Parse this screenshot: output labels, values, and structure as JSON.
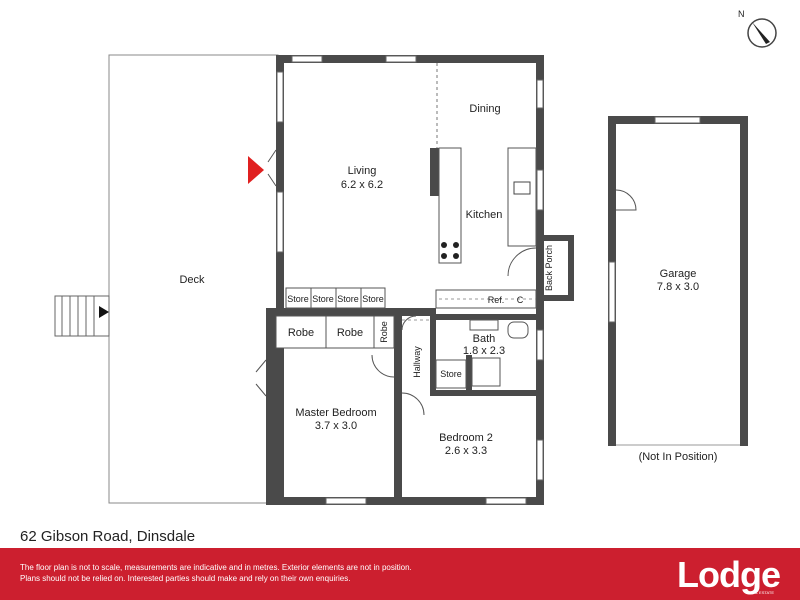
{
  "address": "62 Gibson Road, Dinsdale",
  "disclaimer": [
    "The floor plan is not to scale, measurements are indicative and in metres. Exterior elements are not in position.",
    "Plans should not be relied on. Interested parties should make and rely on their own enquiries."
  ],
  "logo": {
    "name": "Lodge",
    "tagline": "REAL ESTATE"
  },
  "compass": {
    "label": "N"
  },
  "rooms": {
    "deck": {
      "name": "Deck"
    },
    "living": {
      "name": "Living",
      "size": "6.2 x 6.2"
    },
    "dining": {
      "name": "Dining"
    },
    "kitchen": {
      "name": "Kitchen"
    },
    "back_porch": {
      "name": "Back Porch"
    },
    "garage": {
      "name": "Garage",
      "size": "7.8 x 3.0"
    },
    "garage_note": "(Not In Position)",
    "master_bedroom": {
      "name": "Master Bedroom",
      "size": "3.7 x 3.0"
    },
    "bedroom2": {
      "name": "Bedroom 2",
      "size": "2.6 x 3.3"
    },
    "bath": {
      "name": "Bath",
      "size": "1.8 x 2.3"
    },
    "hallway": {
      "name": "Hallway"
    },
    "store": {
      "name": "Store"
    },
    "fridge": "Ref.",
    "cupboard": "C",
    "robe": "Robe",
    "stores": [
      "Store",
      "Store",
      "Store",
      "Store"
    ]
  },
  "colors": {
    "wall": "#4a4a4a",
    "brand_red": "#cc1f2f",
    "window": "#7a7a7a"
  }
}
